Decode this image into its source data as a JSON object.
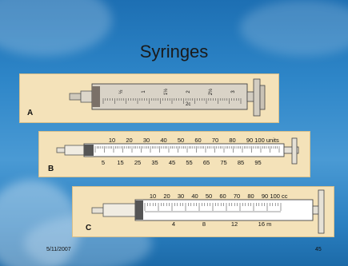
{
  "slide": {
    "title": "Syringes",
    "footer_date": "5/11/2007",
    "page_number": "45"
  },
  "syringes": [
    {
      "tag": "A",
      "upper_scale": [
        "½",
        "1",
        "1½",
        "2",
        "2½",
        "3"
      ],
      "lower_mark": "2c",
      "barrel_color": "#d9d3c7"
    },
    {
      "tag": "B",
      "upper_scale": [
        "10",
        "20",
        "30",
        "40",
        "50",
        "60",
        "70",
        "80",
        "90",
        "100 units"
      ],
      "lower_scale": [
        "5",
        "15",
        "25",
        "35",
        "45",
        "55",
        "65",
        "75",
        "85",
        "95"
      ],
      "barrel_color": "#ffffff"
    },
    {
      "tag": "C",
      "upper_scale": [
        "10",
        "20",
        "30",
        "40",
        "50",
        "60",
        "70",
        "80",
        "90",
        "100 cc"
      ],
      "lower_scale": [
        "4",
        "8",
        "12",
        "16 m"
      ],
      "barrel_color": "#ffffff"
    }
  ]
}
